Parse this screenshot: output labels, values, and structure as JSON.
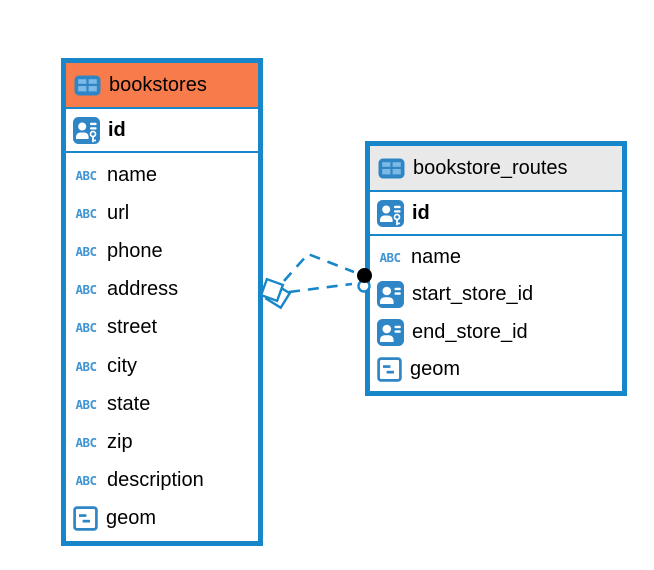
{
  "colors": {
    "accent_blue": "#1787C9",
    "bookstores_header": "#F87B4B",
    "routes_header": "#E9E9E9",
    "icon_blue": "#2E86C6",
    "icon_light_blue": "#7CB9E5",
    "text_type_color": "#4095D2",
    "endpoint_black": "#000000"
  },
  "icons": {
    "text_type_label": "ABC"
  },
  "tables": [
    {
      "title": "bookstores",
      "header_style": "orange",
      "primary_key": {
        "name": "id",
        "icon": "primary-key"
      },
      "columns": [
        {
          "name": "name",
          "icon": "text"
        },
        {
          "name": "url",
          "icon": "text"
        },
        {
          "name": "phone",
          "icon": "text"
        },
        {
          "name": "address",
          "icon": "text"
        },
        {
          "name": "street",
          "icon": "text"
        },
        {
          "name": "city",
          "icon": "text"
        },
        {
          "name": "state",
          "icon": "text"
        },
        {
          "name": "zip",
          "icon": "text"
        },
        {
          "name": "description",
          "icon": "text"
        },
        {
          "name": "geom",
          "icon": "object"
        }
      ]
    },
    {
      "title": "bookstore_routes",
      "header_style": "gray",
      "primary_key": {
        "name": "id",
        "icon": "primary-key"
      },
      "columns": [
        {
          "name": "name",
          "icon": "text"
        },
        {
          "name": "start_store_id",
          "icon": "reference"
        },
        {
          "name": "end_store_id",
          "icon": "reference"
        },
        {
          "name": "geom",
          "icon": "object"
        }
      ]
    }
  ],
  "relationships": [
    {
      "from_table": "bookstores",
      "to_table": "bookstore_routes",
      "style": "dashed"
    },
    {
      "from_table": "bookstores",
      "to_table": "bookstore_routes",
      "style": "dashed"
    }
  ]
}
